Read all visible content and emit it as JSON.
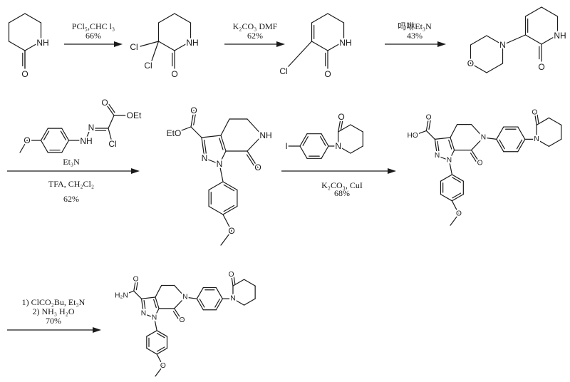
{
  "reactions": [
    {
      "above": [
        "PCl₅,CHC l₃",
        "66%"
      ]
    },
    {
      "above": [
        "K₂CO₃ DMF",
        "62%"
      ]
    },
    {
      "above": [
        "吗啉Et₃N",
        "43%"
      ]
    },
    {
      "reagent_structure_labels": [
        "O",
        "NH",
        "N",
        "O",
        "OEt",
        "Cl"
      ],
      "above": [
        "Et₃N"
      ],
      "below": [
        "TFA, CH₂Cl₂",
        "62%"
      ]
    },
    {
      "reagent_structure_labels": [
        "I",
        "N",
        "O"
      ],
      "below": [
        "K₂CO₃, CuI",
        "68%"
      ]
    },
    {
      "above": [
        "1) ClCO₂Bu, Et₃N",
        "2) NH₃ H₂O",
        "70%"
      ]
    }
  ],
  "molecules": {
    "m1": {
      "labels": [
        "NH",
        "O"
      ]
    },
    "m2": {
      "labels": [
        "NH",
        "O",
        "Cl",
        "Cl"
      ]
    },
    "m3": {
      "labels": [
        "NH",
        "O",
        "Cl"
      ]
    },
    "m4": {
      "labels": [
        "NH",
        "O",
        "N",
        "O"
      ]
    },
    "m5": {
      "labels": [
        "N",
        "N",
        "NH",
        "O",
        "O",
        "EtO",
        "O"
      ]
    },
    "m6": {
      "labels": [
        "N",
        "N",
        "N",
        "O",
        "O",
        "HO",
        "O",
        "N",
        "O"
      ]
    },
    "m7": {
      "labels": [
        "N",
        "N",
        "N",
        "O",
        "O",
        "H₂N",
        "O",
        "N",
        "O"
      ]
    }
  }
}
